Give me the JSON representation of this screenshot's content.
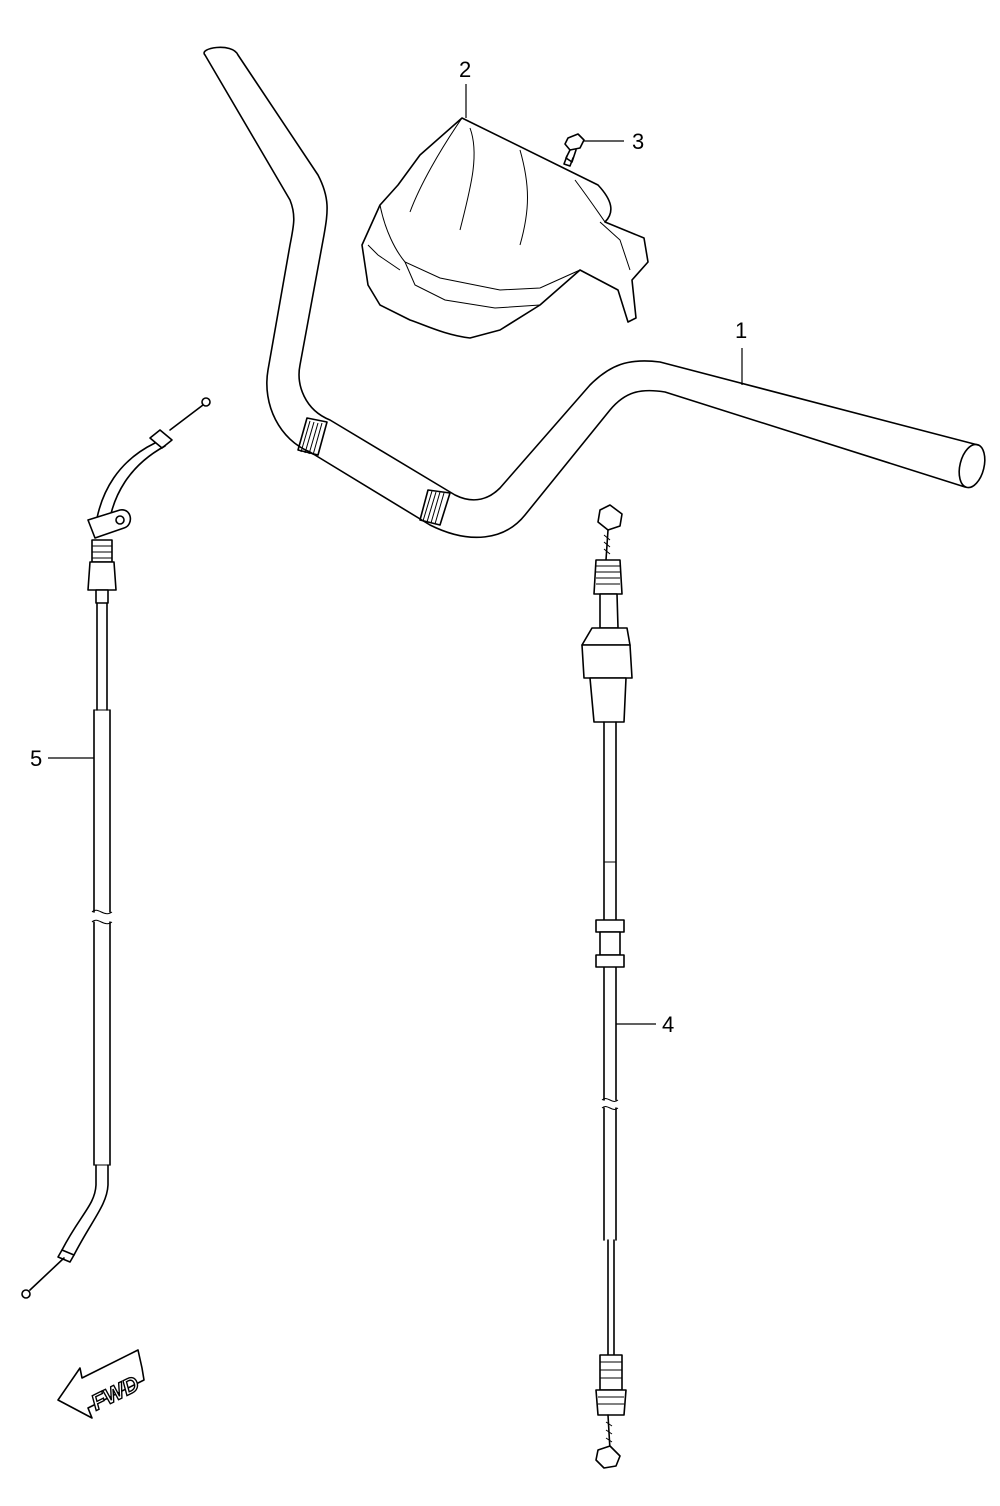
{
  "callouts": [
    {
      "id": "handlebar",
      "label": "1"
    },
    {
      "id": "visor",
      "label": "2"
    },
    {
      "id": "bolt",
      "label": "3"
    },
    {
      "id": "cable-4",
      "label": "4"
    },
    {
      "id": "cable-5",
      "label": "5"
    }
  ],
  "direction_marker": {
    "label": "FWD"
  }
}
